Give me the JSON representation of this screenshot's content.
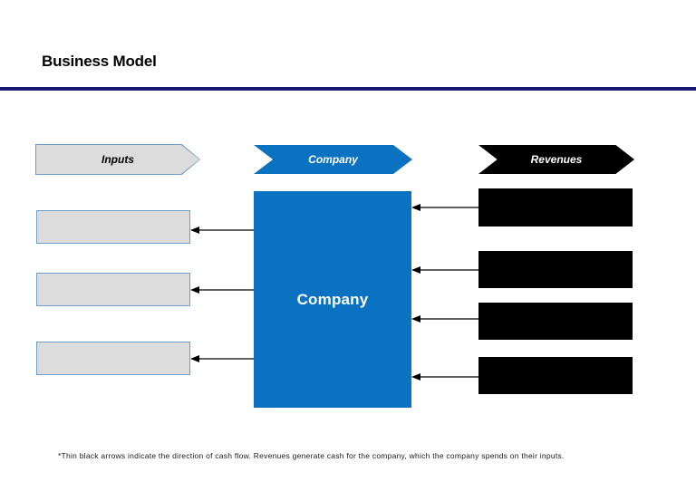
{
  "slide": {
    "title": "Business Model",
    "rule_color": "#19196f",
    "background": "#ffffff"
  },
  "columns": {
    "inputs": {
      "banner_label": "Inputs",
      "banner_fill": "#dcdcdc",
      "banner_border": "#6e9fcb",
      "banner_text_color": "#000000",
      "box_fill": "#dcdcdc",
      "box_border": "#6e9fcb",
      "items": [
        {
          "label": "",
          "redacted": true
        },
        {
          "label": "",
          "redacted": true
        },
        {
          "label": "",
          "redacted": true
        }
      ]
    },
    "company": {
      "banner_label": "Company",
      "banner_fill": "#0a72c0",
      "banner_text_color": "#ffffff",
      "box_label": "Company",
      "box_fill": "#0a72c0",
      "box_text_color": "#ffffff"
    },
    "revenues": {
      "banner_label": "Revenues",
      "banner_fill": "#000000",
      "banner_text_color": "#ffffff",
      "box_fill": "#000000",
      "items": [
        {
          "label": "",
          "redacted": true
        },
        {
          "label": "",
          "redacted": true
        },
        {
          "label": "",
          "redacted": true
        },
        {
          "label": "",
          "redacted": true
        }
      ]
    }
  },
  "arrows": {
    "color": "#000000",
    "direction": "left",
    "to_inputs_count": 3,
    "to_company_count": 4
  },
  "footnote": {
    "text": "*Thin black arrows indicate the direction of cash flow. Revenues generate cash for the company, which the company spends on their inputs."
  }
}
